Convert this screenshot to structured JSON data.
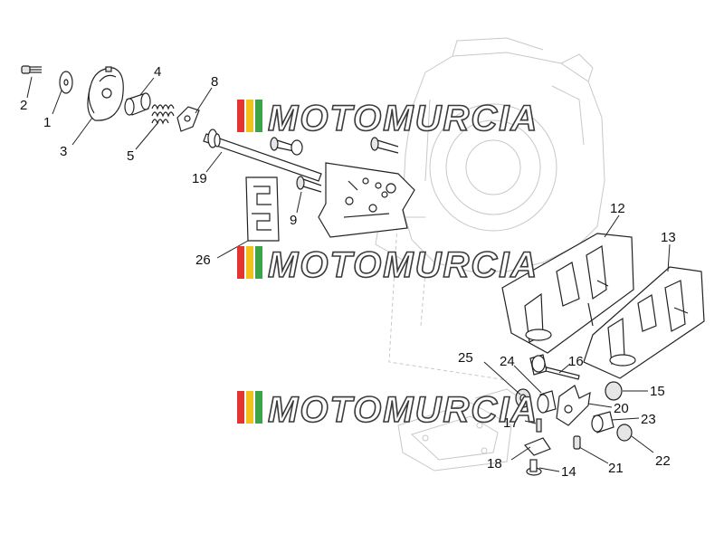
{
  "watermark": {
    "text": "MOTOMURCIA",
    "colors": [
      "#e3342f",
      "#f2c21b",
      "#3ca34a"
    ]
  },
  "callouts": {
    "c1": "1",
    "c2": "2",
    "c3": "3",
    "c4": "4",
    "c5": "5",
    "c8": "8",
    "c9": "9",
    "c12": "12",
    "c13": "13",
    "c14": "14",
    "c15": "15",
    "c16": "16",
    "c17": "17",
    "c18": "18",
    "c19": "19",
    "c20": "20",
    "c21": "21",
    "c22": "22",
    "c23": "23",
    "c24": "24",
    "c25": "25",
    "c26": "26"
  }
}
